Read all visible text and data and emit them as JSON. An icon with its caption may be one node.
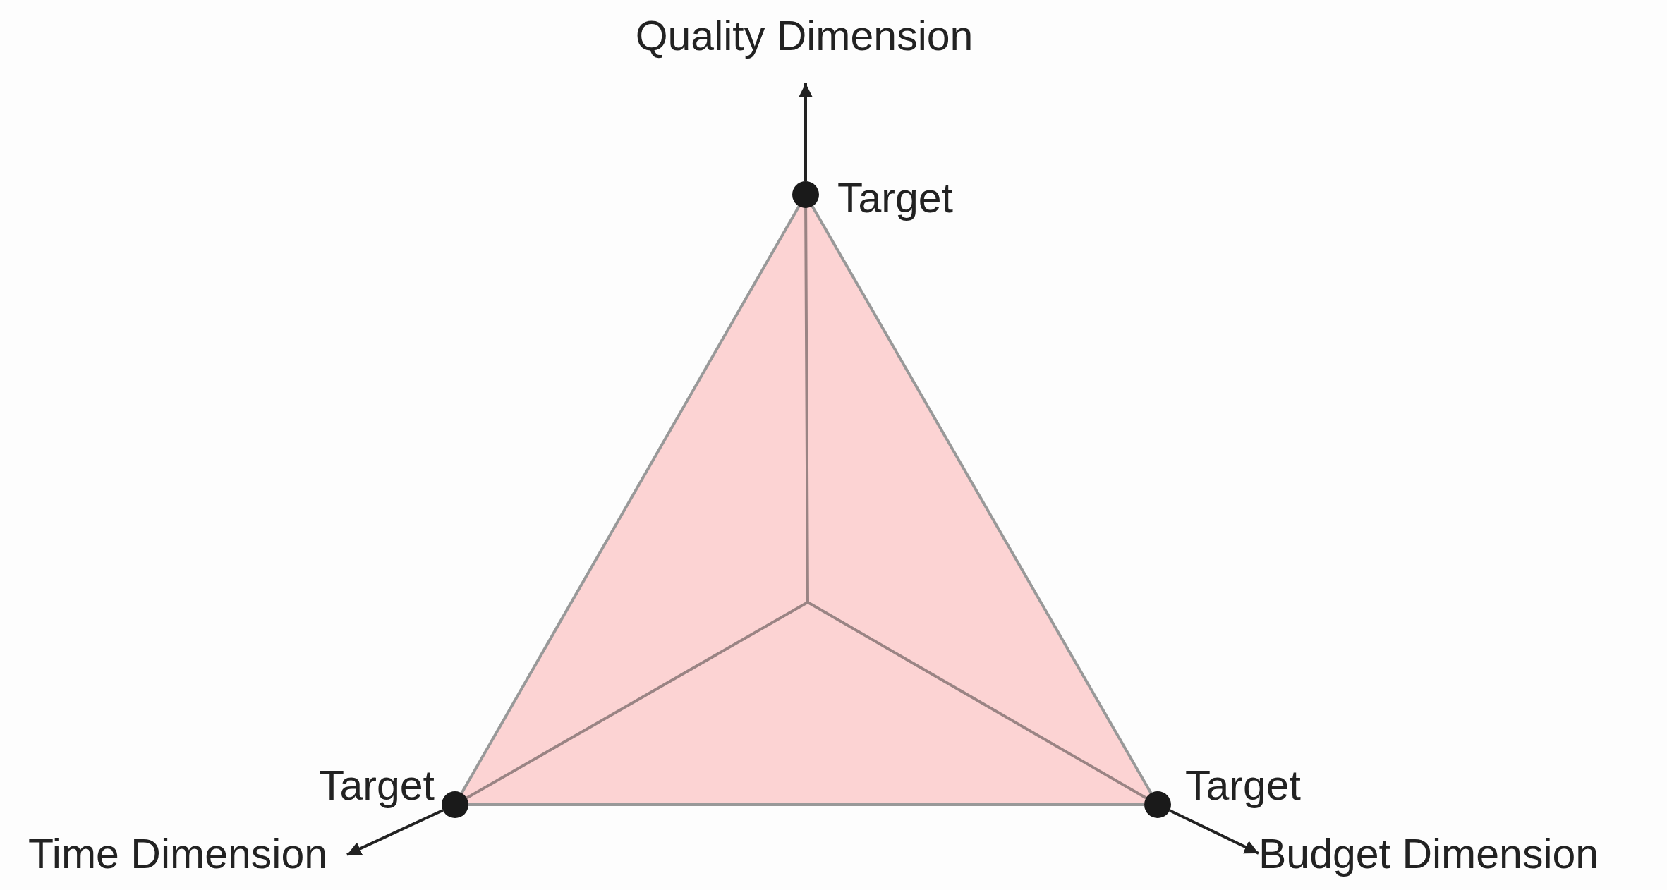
{
  "diagram": {
    "nodes": [
      {
        "text": [
          "Quality Dimension"
        ]
      },
      {
        "text": [],
        "shape": "circle",
        "beside": [
          "Target"
        ]
      },
      {
        "text": [],
        "shape": "circle",
        "beside": [
          "Target"
        ]
      },
      {
        "text": [
          "Time Dimension"
        ]
      },
      {
        "text": [],
        "shape": "circle",
        "beside": [
          "Target"
        ]
      },
      {
        "text": [
          "Budget Dimension"
        ]
      }
    ],
    "edges": [
      {
        "from": 1,
        "to": 0,
        "arrow": "to"
      },
      {
        "from": 2,
        "to": 3,
        "arrow": "to"
      },
      {
        "from": 4,
        "to": 5,
        "arrow": "to"
      },
      {
        "from": 1,
        "to": 2,
        "arrow": "none",
        "color": "#999999"
      },
      {
        "from": 2,
        "to": 4,
        "arrow": "none",
        "color": "#999999"
      },
      {
        "from": 4,
        "to": 1,
        "arrow": "none",
        "color": "#999999"
      }
    ]
  }
}
